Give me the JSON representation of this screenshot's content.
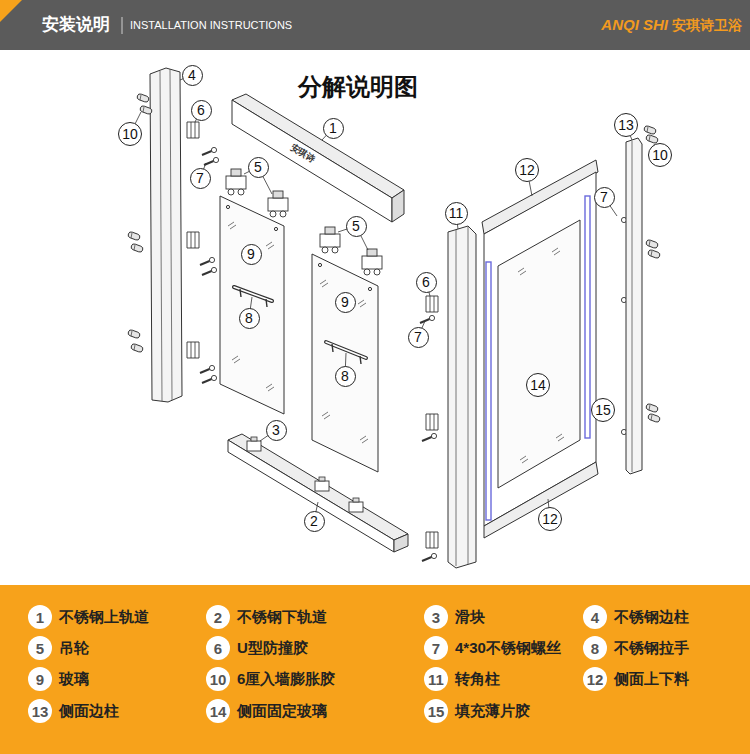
{
  "diagram": {
    "title": "分解说明图",
    "nodes": [
      {
        "text": [
          "4"
        ]
      },
      {
        "text": [
          "10"
        ]
      },
      {
        "text": [
          "6"
        ]
      },
      {
        "text": [
          "7"
        ]
      },
      {
        "text": [
          "1"
        ]
      },
      {
        "text": [
          "5"
        ]
      },
      {
        "text": [
          "5"
        ]
      },
      {
        "text": [
          "9"
        ]
      },
      {
        "text": [
          "8"
        ]
      },
      {
        "text": [
          "9"
        ]
      },
      {
        "text": [
          "8"
        ]
      },
      {
        "text": [
          "3"
        ]
      },
      {
        "text": [
          "2"
        ]
      },
      {
        "text": [
          "12"
        ]
      },
      {
        "text": [
          "11"
        ]
      },
      {
        "text": [
          "13"
        ]
      },
      {
        "text": [
          "10"
        ]
      },
      {
        "text": [
          "7"
        ]
      },
      {
        "text": [
          "6"
        ]
      },
      {
        "text": [
          "7"
        ]
      },
      {
        "text": [
          "14"
        ]
      },
      {
        "text": [
          "15"
        ]
      },
      {
        "text": [
          "12"
        ]
      },
      {
        "text": [
          "1",
          "不锈钢上轨道"
        ]
      },
      {
        "text": [
          "2",
          "不锈钢下轨道"
        ]
      },
      {
        "text": [
          "3",
          "滑块"
        ]
      },
      {
        "text": [
          "4",
          "不锈钢边柱"
        ]
      },
      {
        "text": [
          "5",
          "吊轮"
        ]
      },
      {
        "text": [
          "6",
          "U型防撞胶"
        ]
      },
      {
        "text": [
          "7",
          "4*30不锈钢螺丝"
        ]
      },
      {
        "text": [
          "8",
          "不锈钢拉手"
        ]
      },
      {
        "text": [
          "9",
          "玻璃"
        ]
      },
      {
        "text": [
          "10",
          "6厘入墙膨胀胶"
        ]
      },
      {
        "text": [
          "11",
          "转角柱"
        ]
      },
      {
        "text": [
          "12",
          "侧面上下料"
        ]
      },
      {
        "text": [
          "13",
          "侧面边柱"
        ]
      },
      {
        "text": [
          "14",
          "侧面固定玻璃"
        ]
      },
      {
        "text": [
          "15",
          "填充薄片胶"
        ]
      }
    ],
    "labels": [
      "安装说明",
      "INSTALLATION INSTRUCTIONS",
      "ANQI SHI",
      "安琪诗卫浴",
      "安琪诗"
    ]
  }
}
